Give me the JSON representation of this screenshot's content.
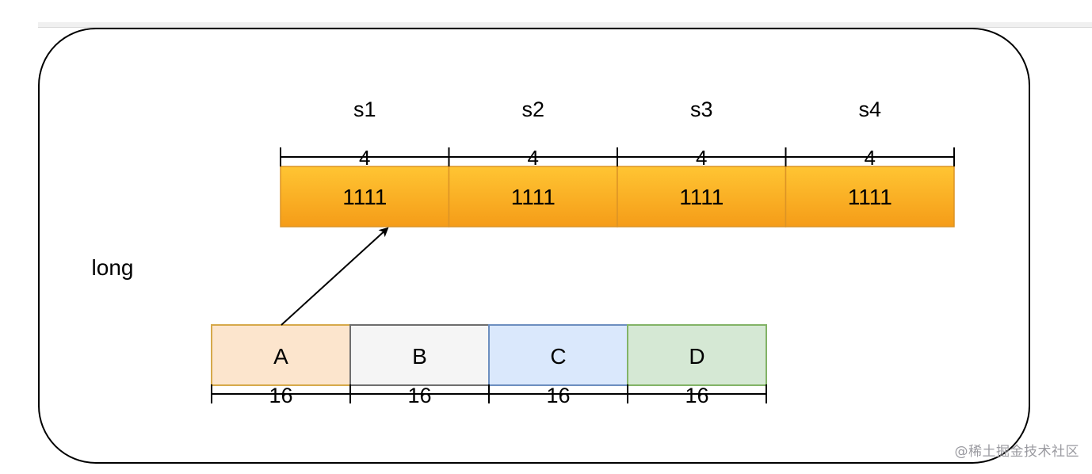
{
  "container_label": "long",
  "top_row": {
    "segments": [
      {
        "label": "s1",
        "width_label": "4",
        "value": "1111"
      },
      {
        "label": "s2",
        "width_label": "4",
        "value": "1111"
      },
      {
        "label": "s3",
        "width_label": "4",
        "value": "1111"
      },
      {
        "label": "s4",
        "width_label": "4",
        "value": "1111"
      }
    ],
    "fill_top": "#ffc533",
    "fill_bottom": "#f59c18",
    "stroke": "#dc9325"
  },
  "bottom_row": {
    "segments": [
      {
        "label": "A",
        "width_label": "16",
        "fill": "#fce5cd",
        "stroke": "#d6a94a"
      },
      {
        "label": "B",
        "width_label": "16",
        "fill": "#f5f5f5",
        "stroke": "#6e6e6e"
      },
      {
        "label": "C",
        "width_label": "16",
        "fill": "#dae8fc",
        "stroke": "#6c8ebf"
      },
      {
        "label": "D",
        "width_label": "16",
        "fill": "#d5e8d4",
        "stroke": "#82b366"
      }
    ]
  },
  "watermark": "@稀土掘金技术社区"
}
